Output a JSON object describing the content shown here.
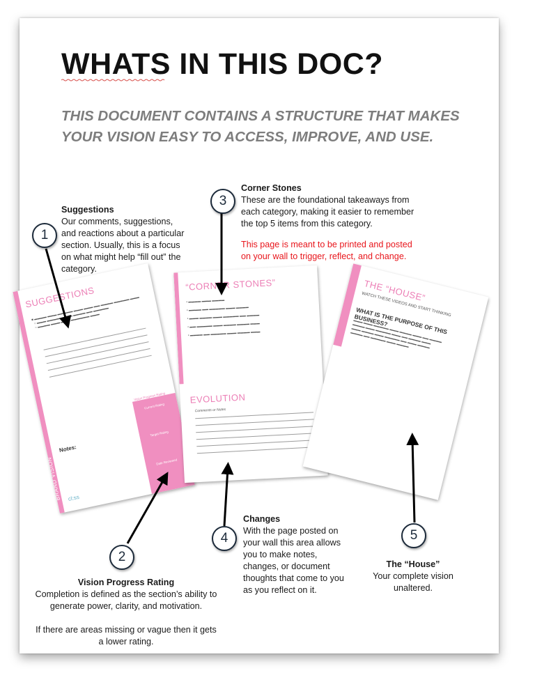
{
  "title": "WHATS IN THIS DOC?",
  "subtitle": "THIS DOCUMENT CONTAINS A STRUCTURE THAT MAKES YOUR VISION EASY TO ACCESS, IMPROVE, AND USE.",
  "callouts": {
    "suggestions": {
      "number": "1",
      "title": "Suggestions",
      "body": "Our comments, suggestions, and reactions about a particular section. Usually, this is a focus on what might help “fill out” the category."
    },
    "vision_rating": {
      "number": "2",
      "title": "Vision Progress Rating",
      "body": "Completion is defined as the section’s ability to generate power, clarity, and motivation.",
      "body2": "If there are areas missing or vague then it gets a lower rating."
    },
    "corner_stones": {
      "number": "3",
      "title": "Corner Stones",
      "body": "These are the foundational takeaways from each category, making it easier to remember the top 5 items from this category.",
      "note": "This page is meant to be printed and posted on your wall to trigger, reflect, and change."
    },
    "changes": {
      "number": "4",
      "title": "Changes",
      "body": "With the page posted on your wall this area allows you to make notes, changes, or document thoughts that come to you as you reflect on it."
    },
    "house": {
      "number": "5",
      "title": "The “House”",
      "body": "Your complete vision unaltered."
    }
  },
  "thumbnails": {
    "suggestions_page": {
      "heading": "SUGGESTIONS",
      "notes_label": "Notes:",
      "side_label": "BRAND VISION",
      "logo": "cl:ss",
      "rating_title": "Vision Progress Rating",
      "rating_labels": [
        "Current Rating",
        "Target Rating",
        "Date Reviewed"
      ]
    },
    "corner_page": {
      "heading": "“CORNER STONES”",
      "evolution_heading": "EVOLUTION",
      "evolution_sub": "Comments or Notes"
    },
    "house_page": {
      "heading": "THE “HOUSE”",
      "subheading": "WATCH THESE VIDEOS AND START THINKING",
      "question": "WHAT IS THE PURPOSE OF THIS BUSINESS?"
    }
  },
  "colors": {
    "accent_pink": "#f08fc0",
    "note_red": "#e8151b",
    "subtitle_gray": "#7d7d7d",
    "circle_navy": "#1c2a3a"
  }
}
